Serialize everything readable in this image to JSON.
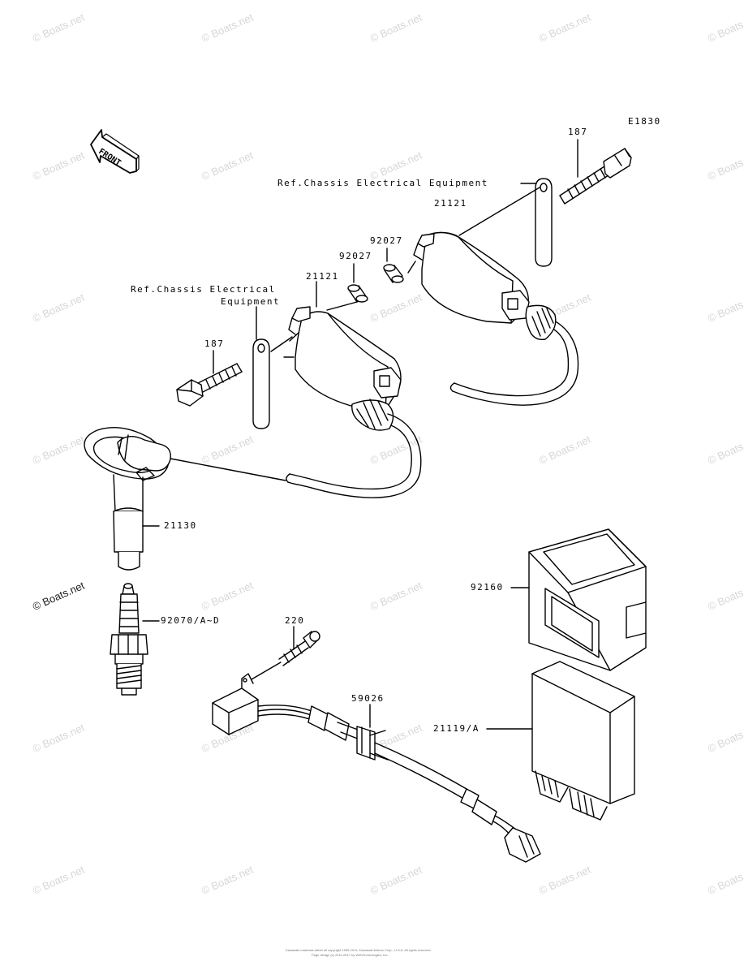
{
  "diagram_code": "E1830",
  "front_marker": "FRONT",
  "watermark": "© Boats.net",
  "footer": {
    "line1": "Kawasaki materials within all copyright 1995-2011, Kawasaki Motors Corp., U.S.A. All rights reserved.",
    "line2": "Page design (c) 2011-2017 by WebTechnologies, Inc."
  },
  "callouts": {
    "bolt_upper": "187",
    "ref_upper": "Ref.Chassis Electrical Equipment",
    "coil_upper": "21121",
    "cap_upper": "92027",
    "cap_lower": "92027",
    "coil_lower": "21121",
    "ref_lower_line1": "Ref.Chassis Electrical",
    "ref_lower_line2": "Equipment",
    "bolt_lower": "187",
    "plug_cap": "21130",
    "spark_plug": "92070/A~D",
    "case": "92160",
    "screw": "220",
    "wire": "59026",
    "igniter": "21119/A"
  }
}
